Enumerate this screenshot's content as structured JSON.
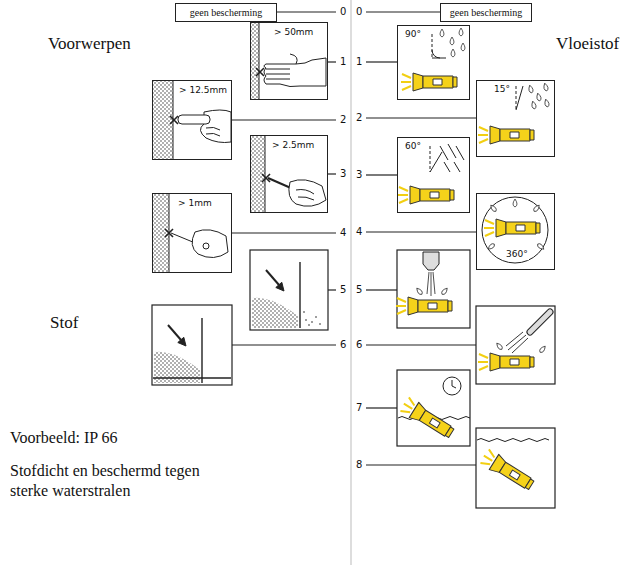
{
  "diagram": {
    "nodes": [
      {
        "text": [
          "geen bescherming"
        ]
      },
      {
        "text": [
          "geen bescherming"
        ]
      },
      {
        "text": [
          "> 50mm"
        ]
      },
      {
        "text": [
          "> 12.5mm"
        ]
      },
      {
        "text": [
          "> 2.5mm"
        ]
      },
      {
        "text": [
          "> 1mm"
        ]
      },
      {
        "text": [
          "90°"
        ]
      },
      {
        "text": [
          "15°"
        ]
      },
      {
        "text": [
          "60°"
        ]
      },
      {
        "text": [
          "360°"
        ]
      }
    ],
    "labels": [
      "Voorwerpen",
      "Vloeistof",
      "0",
      "1",
      "2",
      "3",
      "4",
      "5",
      "6",
      "0",
      "1",
      "2",
      "3",
      "4",
      "5",
      "6",
      "7",
      "8",
      "Stof",
      "Voorbeeld: IP 66",
      "Stofdicht en beschermd tegen sterke waterstralen"
    ]
  }
}
